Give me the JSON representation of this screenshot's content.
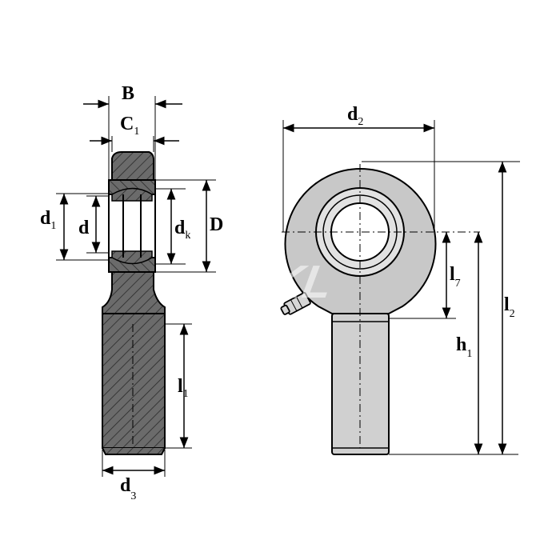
{
  "labels": {
    "B": {
      "main": "B",
      "sub": ""
    },
    "C1": {
      "main": "C",
      "sub": "1"
    },
    "d1": {
      "main": "d",
      "sub": "1"
    },
    "d": {
      "main": "d",
      "sub": ""
    },
    "dk": {
      "main": "d",
      "sub": "k"
    },
    "D": {
      "main": "D",
      "sub": ""
    },
    "l1": {
      "main": "l",
      "sub": "1"
    },
    "d3": {
      "main": "d",
      "sub": "3"
    },
    "d2": {
      "main": "d",
      "sub": "2"
    },
    "l7": {
      "main": "l",
      "sub": "7"
    },
    "h1": {
      "main": "h",
      "sub": "1"
    },
    "l2": {
      "main": "l",
      "sub": "2"
    }
  },
  "watermark": "ZKL",
  "colors": {
    "ink": "#000000",
    "section": "#6b6b6b",
    "body": "#c8c8c8",
    "ring": "#e2e2e2",
    "bore": "#ffffff"
  }
}
